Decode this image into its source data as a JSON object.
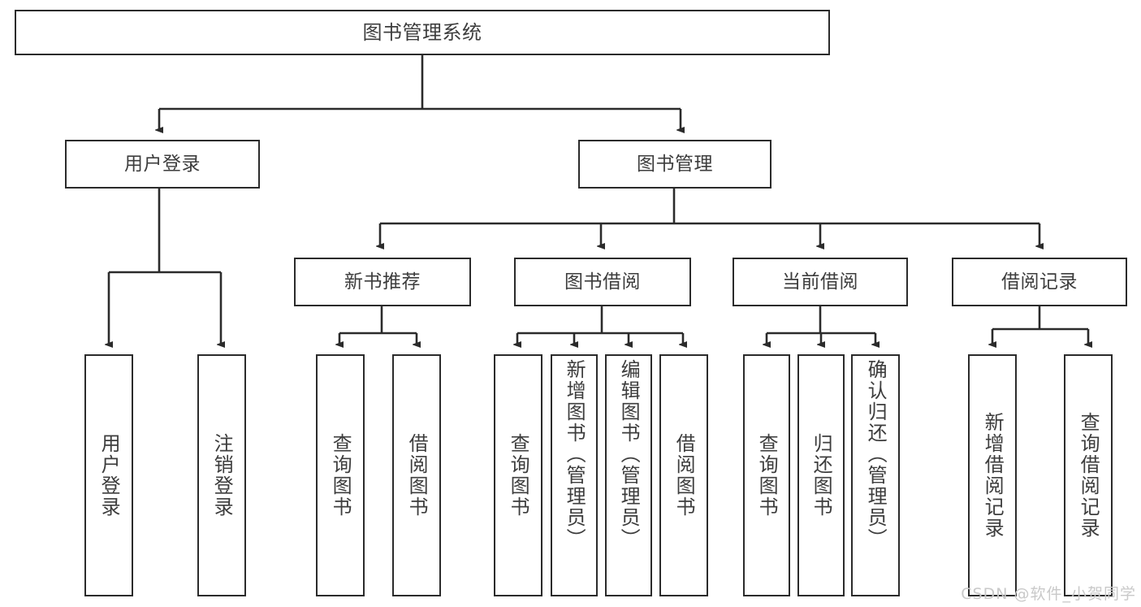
{
  "diagram": {
    "type": "tree-hierarchy-chart",
    "title": "图书管理系统",
    "watermark": "CSDN @软件_小贺同学",
    "colors": {
      "box_border": "#2b2b2b",
      "box_fill": "#ffffff",
      "text": "#3d3d3d",
      "edge": "#2b2b2b",
      "watermark": "#c9c9c9",
      "background": "#ffffff"
    },
    "root": {
      "label": "图书管理系统"
    },
    "level2": [
      {
        "label": "用户登录"
      },
      {
        "label": "图书管理"
      }
    ],
    "level3": [
      {
        "label": "新书推荐"
      },
      {
        "label": "图书借阅"
      },
      {
        "label": "当前借阅"
      },
      {
        "label": "借阅记录"
      }
    ],
    "leaves": {
      "user_login": [
        {
          "label": "用户登录"
        },
        {
          "label": "注销登录"
        }
      ],
      "new_book_recommend": [
        {
          "label": "查询图书"
        },
        {
          "label": "借阅图书"
        }
      ],
      "book_borrow": [
        {
          "label": "查询图书"
        },
        {
          "label": "新增图书（管理员）"
        },
        {
          "label": "编辑图书（管理员）"
        },
        {
          "label": "借阅图书"
        }
      ],
      "current_borrow": [
        {
          "label": "查询图书"
        },
        {
          "label": "归还图书"
        },
        {
          "label": "确认归还（管理员）"
        }
      ],
      "borrow_record": [
        {
          "label": "新增借阅记录"
        },
        {
          "label": "查询借阅记录"
        }
      ]
    }
  }
}
